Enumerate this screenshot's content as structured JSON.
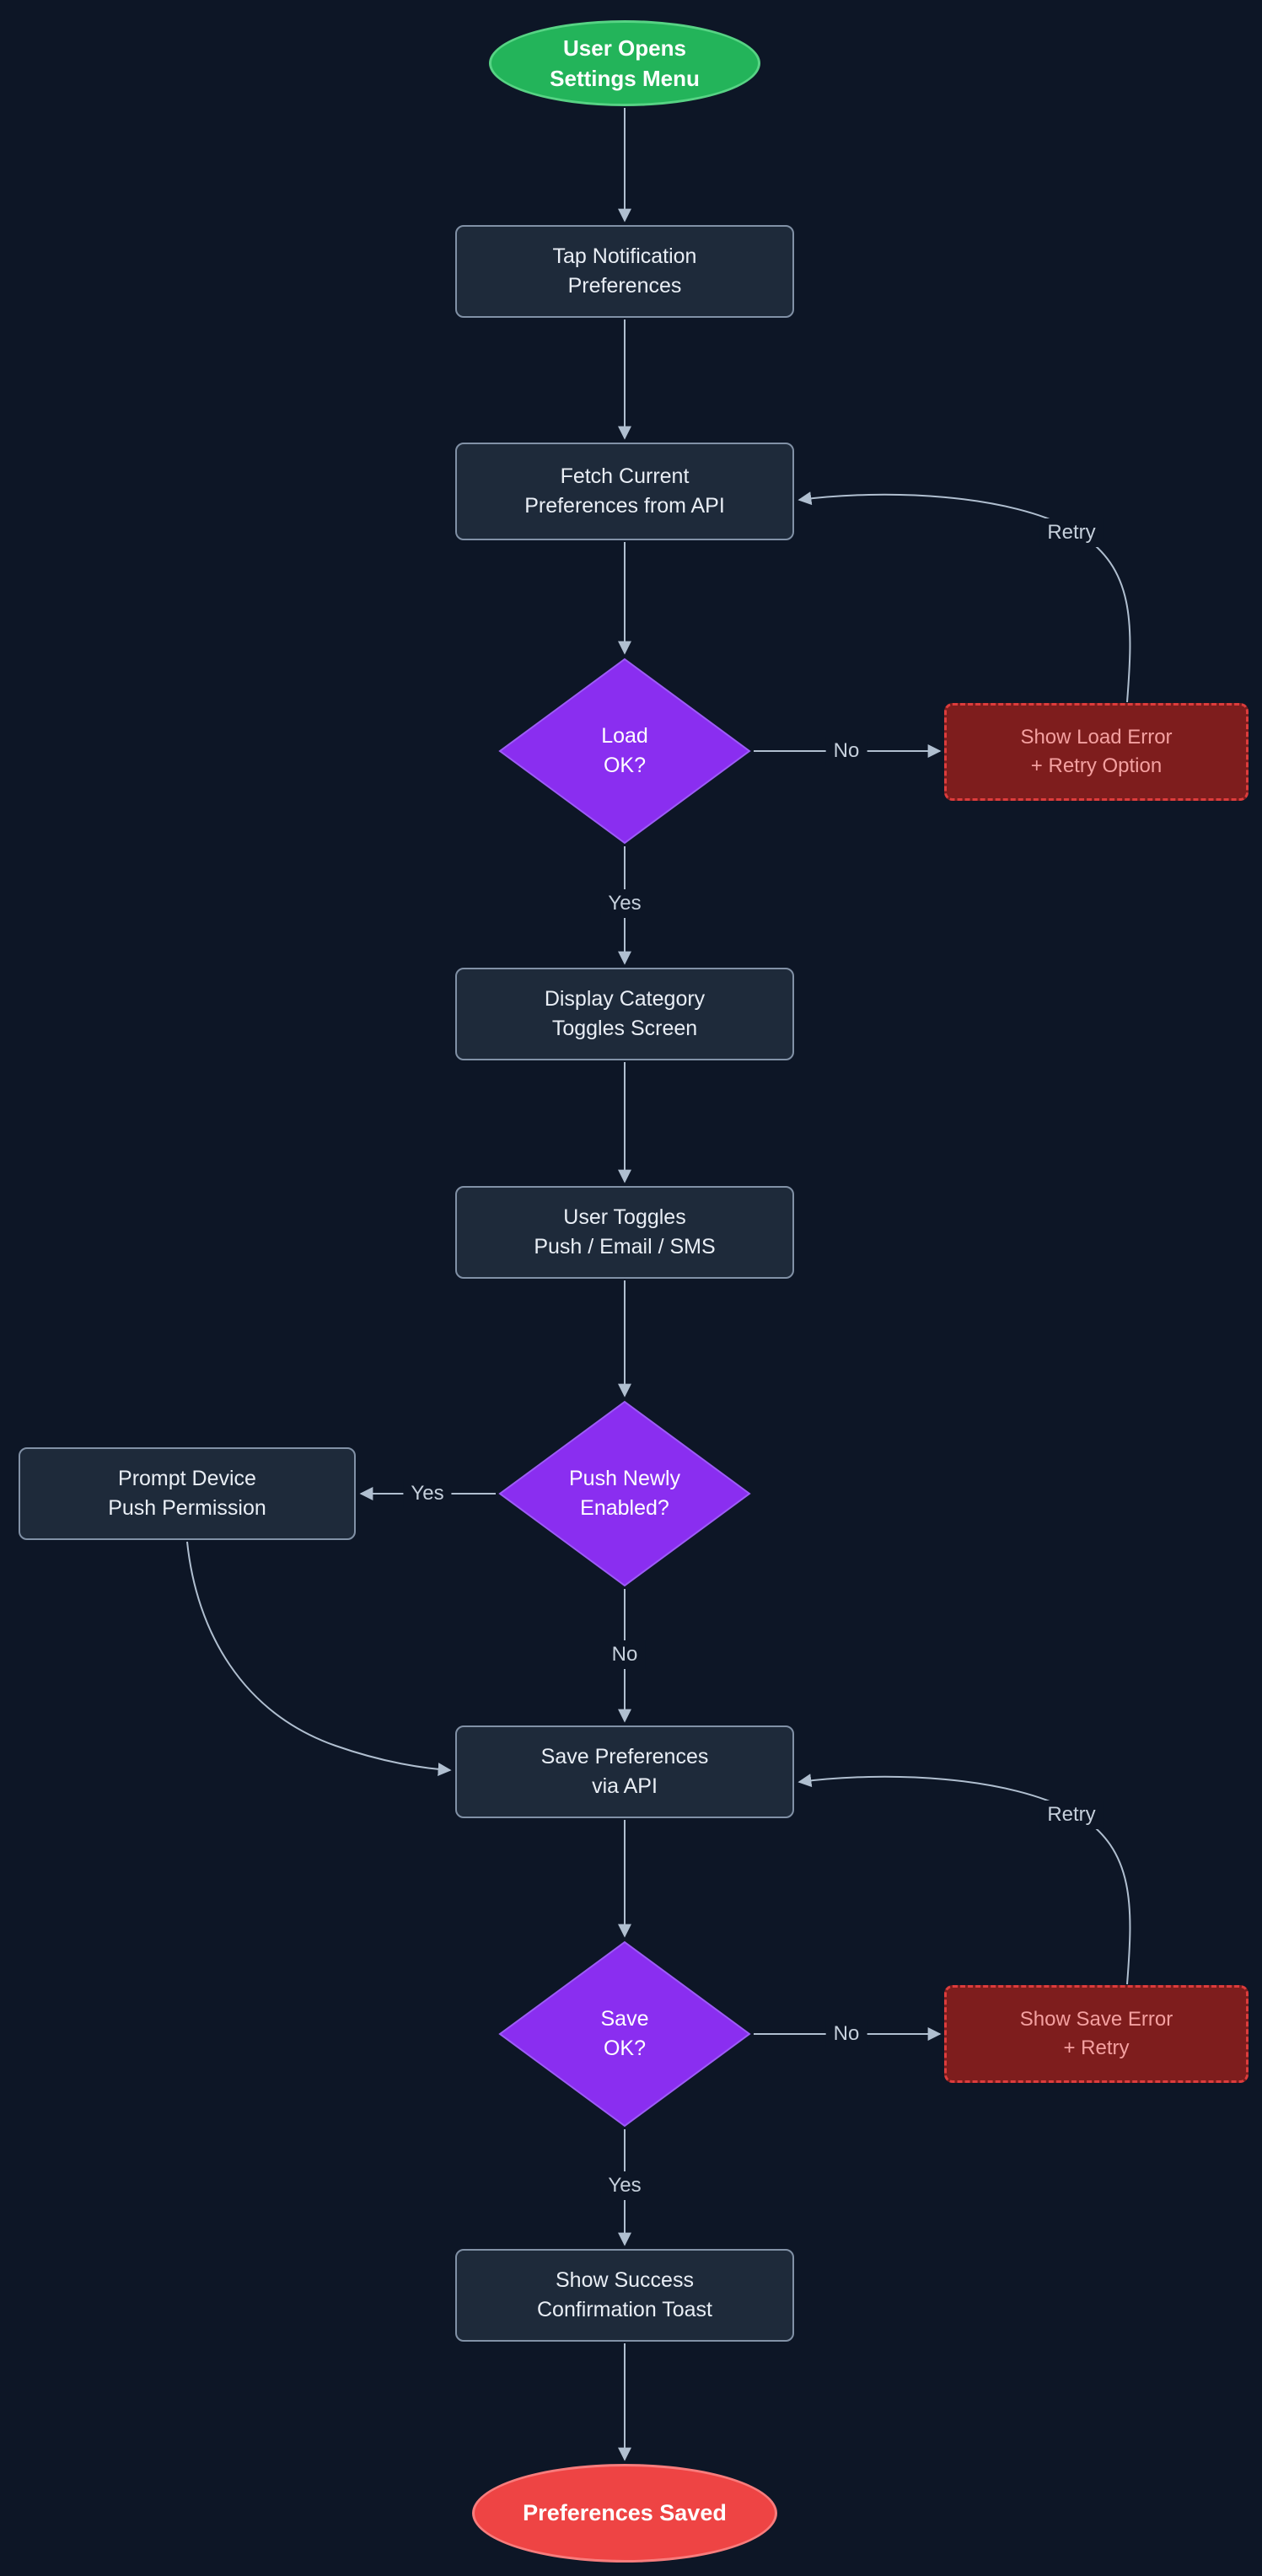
{
  "diagram": {
    "type": "flowchart",
    "direction": "top-down",
    "nodes": {
      "start": {
        "id": "start",
        "shape": "stadium",
        "role": "start",
        "label": "User Opens\nSettings Menu"
      },
      "tap": {
        "id": "tap",
        "shape": "process",
        "label": "Tap Notification\nPreferences"
      },
      "fetch": {
        "id": "fetch",
        "shape": "process",
        "label": "Fetch Current\nPreferences from API"
      },
      "load_ok": {
        "id": "load_ok",
        "shape": "decision",
        "label": "Load\nOK?"
      },
      "load_error": {
        "id": "load_error",
        "shape": "process",
        "role": "error",
        "label": "Show Load Error\n+ Retry Option"
      },
      "display": {
        "id": "display",
        "shape": "process",
        "label": "Display Category\nToggles Screen"
      },
      "toggles": {
        "id": "toggles",
        "shape": "process",
        "label": "User Toggles\nPush / Email / SMS"
      },
      "push_enabled": {
        "id": "push_enabled",
        "shape": "decision",
        "label": "Push Newly\nEnabled?"
      },
      "prompt": {
        "id": "prompt",
        "shape": "process",
        "label": "Prompt Device\nPush Permission"
      },
      "save": {
        "id": "save",
        "shape": "process",
        "label": "Save Preferences\nvia API"
      },
      "save_ok": {
        "id": "save_ok",
        "shape": "decision",
        "label": "Save\nOK?"
      },
      "save_error": {
        "id": "save_error",
        "shape": "process",
        "role": "error",
        "label": "Show Save Error\n+ Retry"
      },
      "toast": {
        "id": "toast",
        "shape": "process",
        "label": "Show Success\nConfirmation Toast"
      },
      "end": {
        "id": "end",
        "shape": "stadium",
        "role": "end",
        "label": "Preferences Saved"
      }
    },
    "edges": [
      {
        "from": "start",
        "to": "tap",
        "label": ""
      },
      {
        "from": "tap",
        "to": "fetch",
        "label": ""
      },
      {
        "from": "fetch",
        "to": "load_ok",
        "label": ""
      },
      {
        "from": "load_ok",
        "to": "load_error",
        "label": "No"
      },
      {
        "from": "load_error",
        "to": "fetch",
        "label": "Retry"
      },
      {
        "from": "load_ok",
        "to": "display",
        "label": "Yes"
      },
      {
        "from": "display",
        "to": "toggles",
        "label": ""
      },
      {
        "from": "toggles",
        "to": "push_enabled",
        "label": ""
      },
      {
        "from": "push_enabled",
        "to": "prompt",
        "label": "Yes"
      },
      {
        "from": "push_enabled",
        "to": "save",
        "label": "No"
      },
      {
        "from": "prompt",
        "to": "save",
        "label": ""
      },
      {
        "from": "save",
        "to": "save_ok",
        "label": ""
      },
      {
        "from": "save_ok",
        "to": "save_error",
        "label": "No"
      },
      {
        "from": "save_error",
        "to": "save",
        "label": "Retry"
      },
      {
        "from": "save_ok",
        "to": "toast",
        "label": "Yes"
      },
      {
        "from": "toast",
        "to": "end",
        "label": ""
      }
    ]
  },
  "colors": {
    "bg": "#0d1626",
    "process_fill": "#1e2a3a",
    "process_border": "#8191a6",
    "text": "#e9eef5",
    "decision_fill": "#8a2ef0",
    "decision_border": "#9d5cf6",
    "start_fill": "#23b45a",
    "start_border": "#57d384",
    "end_fill": "#ee4444",
    "end_border": "#f87c7c",
    "error_fill": "#7e1d1d",
    "error_border": "#dd3c3c",
    "error_text": "#f4a0a0",
    "edge_line": "#b0bfd0",
    "edge_label": "#c6d0dc"
  }
}
